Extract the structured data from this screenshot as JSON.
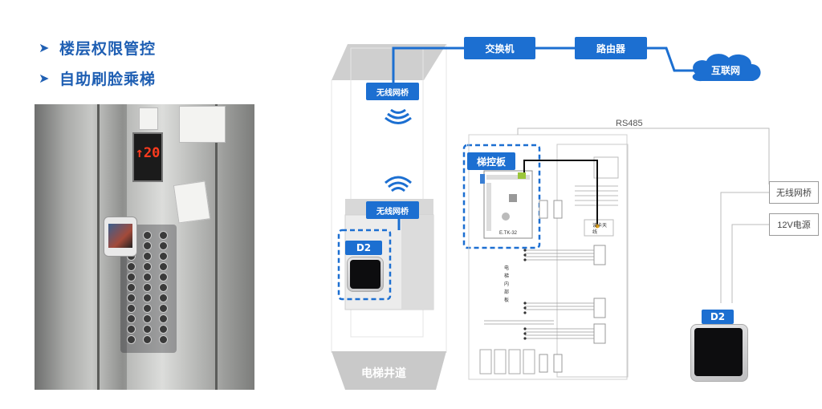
{
  "bullets": [
    {
      "icon": "arrow-right-icon",
      "text": "楼层权限管控"
    },
    {
      "icon": "arrow-right-icon",
      "text": "自助刷脸乘梯"
    }
  ],
  "photo": {
    "floor_display": "↑20"
  },
  "network": {
    "switch": "交换机",
    "router": "路由器",
    "internet": "互联网",
    "bridge_top": "无线网桥",
    "bridge_car": "无线网桥"
  },
  "devices": {
    "d2_car": "D2",
    "d2_right": "D2",
    "ladder_board": "梯控板",
    "board_model": "E.TK-32"
  },
  "panel": {
    "rs485": "RS485",
    "reader_antenna": "读卡天线",
    "inner_panel": "电梯内部板"
  },
  "right_boxes": {
    "bridge": "无线网桥",
    "power": "12V电源"
  },
  "shaft": {
    "label": "电梯井道"
  },
  "colors": {
    "accent": "#1c6fd1",
    "bullet": "#1f5fb3",
    "shaft": "#c9c9c9"
  }
}
